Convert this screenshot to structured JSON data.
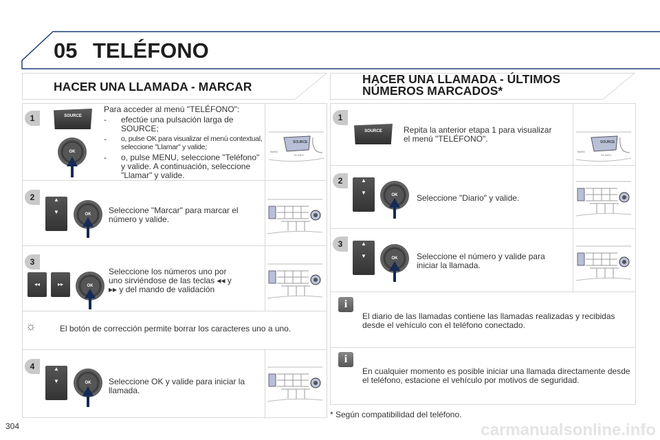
{
  "header": {
    "chapter": "05",
    "title": "TELÉFONO"
  },
  "left": {
    "title": "HACER UNA LLAMADA - MARCAR",
    "steps": [
      {
        "num": "1",
        "intro": "Para acceder al menú \"TELÉFONO\":",
        "bullets": [
          "efectúe una pulsación larga de SOURCE;",
          "o, pulse OK para visualizar el menú contextual, seleccione \"Llamar\" y valide;",
          "o, pulse MENU, seleccione \"Teléfono\" y valide. A continuación, seleccione \"Llamar\" y valide."
        ]
      },
      {
        "num": "2",
        "text": "Seleccione \"Marcar\" para marcar el número y valide."
      },
      {
        "num": "3",
        "text": "Seleccione los números uno por uno sirviéndose de las teclas ◂◂ y ▸▸ y del mando de validación"
      },
      {
        "num": "4",
        "text": "Seleccione OK y valide para iniciar la llamada."
      }
    ],
    "note": "El botón de corrección permite borrar los caracteres uno a uno."
  },
  "right": {
    "title": "HACER UNA LLAMADA - ÚLTIMOS NÚMEROS MARCADOS*",
    "steps": [
      {
        "num": "1",
        "text": "Repita la anterior etapa 1 para visualizar el menú \"TELÉFONO\"."
      },
      {
        "num": "2",
        "text": "Seleccione \"Diario\" y valide."
      },
      {
        "num": "3",
        "text": "Seleccione el número y valide para iniciar la llamada."
      }
    ],
    "info": [
      "El diario de las llamadas contiene las llamadas realizadas y recibidas desde el vehículo con el teléfono conectado.",
      "En cualquier momento es posible iniciar una llamada directamente desde el teléfono, estacione el vehículo por motivos de seguridad."
    ],
    "footnote": "* Según compatibilidad del teléfono."
  },
  "labels": {
    "source": "SOURCE",
    "ok": "OK",
    "band": "BAND",
    "ta_info": "TA INFO"
  },
  "page_number": "304",
  "watermark": "carmanualsonline.info",
  "colors": {
    "header_line": "#1f3d7a",
    "arrow": "#152a55",
    "badge": "#c9c9c9"
  }
}
